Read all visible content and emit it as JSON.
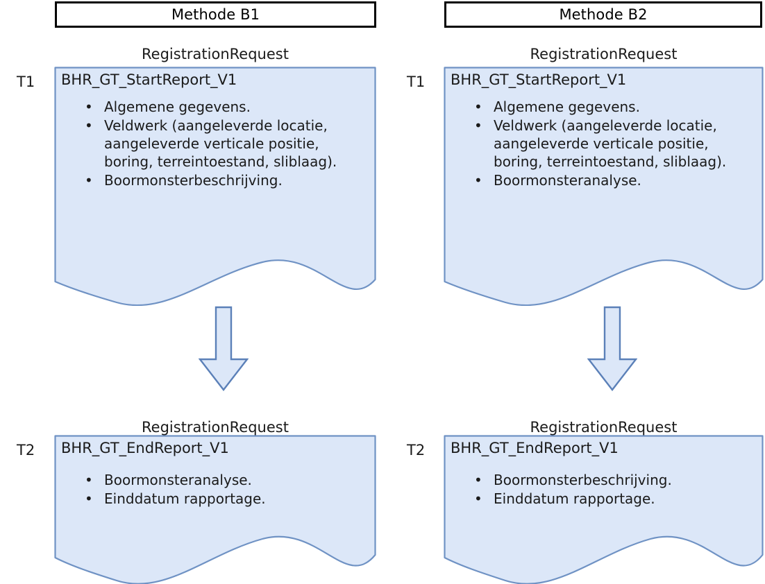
{
  "colors": {
    "doc_fill": "#dce7f8",
    "doc_stroke": "#6f92c4",
    "header_border": "#000000",
    "text": "#1a1a1a",
    "arrow_fill": "#dce7f8",
    "arrow_stroke": "#5b80b8"
  },
  "columns": [
    {
      "id": "B1",
      "header": "Methode B1",
      "steps": [
        {
          "time_label": "T1",
          "caption": "RegistrationRequest",
          "title": "BHR_GT_StartReport_V1",
          "items": [
            "Algemene gegevens.",
            "Veldwerk (aangeleverde locatie, aangeleverde verticale positie, boring, terreintoestand, sliblaag).",
            "Boormonsterbeschrijving."
          ]
        },
        {
          "time_label": "T2",
          "caption": "RegistrationRequest",
          "title": "BHR_GT_EndReport_V1",
          "items": [
            "Boormonsteranalyse.",
            "Einddatum rapportage."
          ]
        }
      ],
      "arrow": "down-arrow"
    },
    {
      "id": "B2",
      "header": "Methode B2",
      "steps": [
        {
          "time_label": "T1",
          "caption": "RegistrationRequest",
          "title": "BHR_GT_StartReport_V1",
          "items": [
            "Algemene gegevens.",
            "Veldwerk (aangeleverde locatie, aangeleverde verticale positie, boring, terreintoestand, sliblaag).",
            "Boormonsteranalyse."
          ]
        },
        {
          "time_label": "T2",
          "caption": "RegistrationRequest",
          "title": "BHR_GT_EndReport_V1",
          "items": [
            "Boormonsterbeschrijving.",
            "Einddatum rapportage."
          ]
        }
      ],
      "arrow": "down-arrow"
    }
  ]
}
